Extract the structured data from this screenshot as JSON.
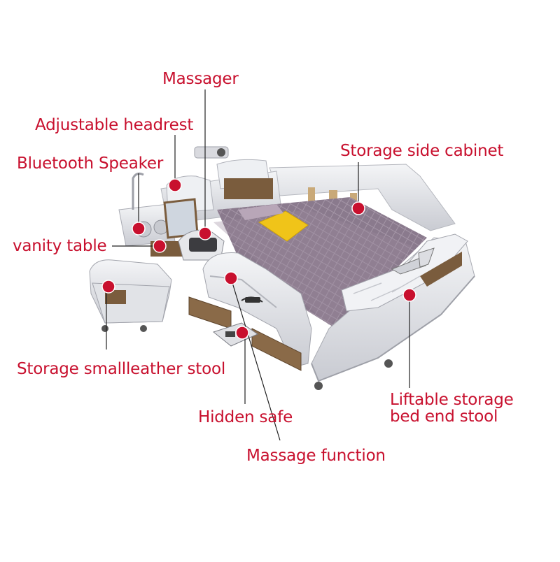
{
  "colors": {
    "accent": "#c8102e",
    "leather": "#e9eaee",
    "mattress": "#8c7b8e",
    "wood": "#8a6a48",
    "pillow": "#f0c419"
  },
  "callouts": {
    "massager": "Massager",
    "adjustable_headrest": "Adjustable headrest",
    "bluetooth_speaker": "Bluetooth Speaker",
    "storage_side_cabinet": "Storage side cabinet",
    "vanity_table": "vanity table",
    "storage_stool": "Storage smallleather stool",
    "liftable_storage_line1": "Liftable storage",
    "liftable_storage_line2": "bed end stool",
    "hidden_safe": "Hidden safe",
    "massage_function": "Massage function"
  }
}
